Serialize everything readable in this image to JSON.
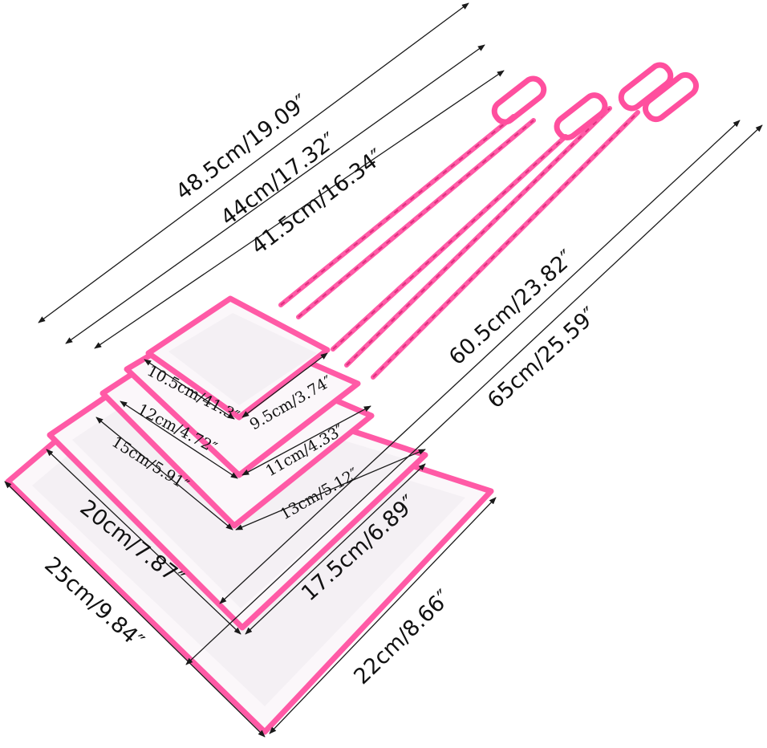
{
  "image": {
    "subject": "Pink aquarium fish nets in five sizes",
    "accent_color": "#ff5aa6"
  },
  "nets": [
    {
      "id": "net-1",
      "width": "10.5cm/41.3″",
      "depth": "9.5cm/3.74″",
      "length": "48.5cm/19.09″"
    },
    {
      "id": "net-2",
      "width": "12cm/4.72″",
      "depth": "11cm/4.33″",
      "length": "44cm/17.32″"
    },
    {
      "id": "net-3",
      "width": "15cm/5.91″",
      "depth": "13cm/5.12″",
      "length": "41.5cm/16.34″"
    },
    {
      "id": "net-4",
      "width": "20cm/7.87″",
      "depth": "17.5cm/6.89″",
      "length": "60.5cm/23.82″"
    },
    {
      "id": "net-5",
      "width": "25cm/9.84″",
      "depth": "22cm/8.66″",
      "length": "65cm/25.59″"
    }
  ]
}
